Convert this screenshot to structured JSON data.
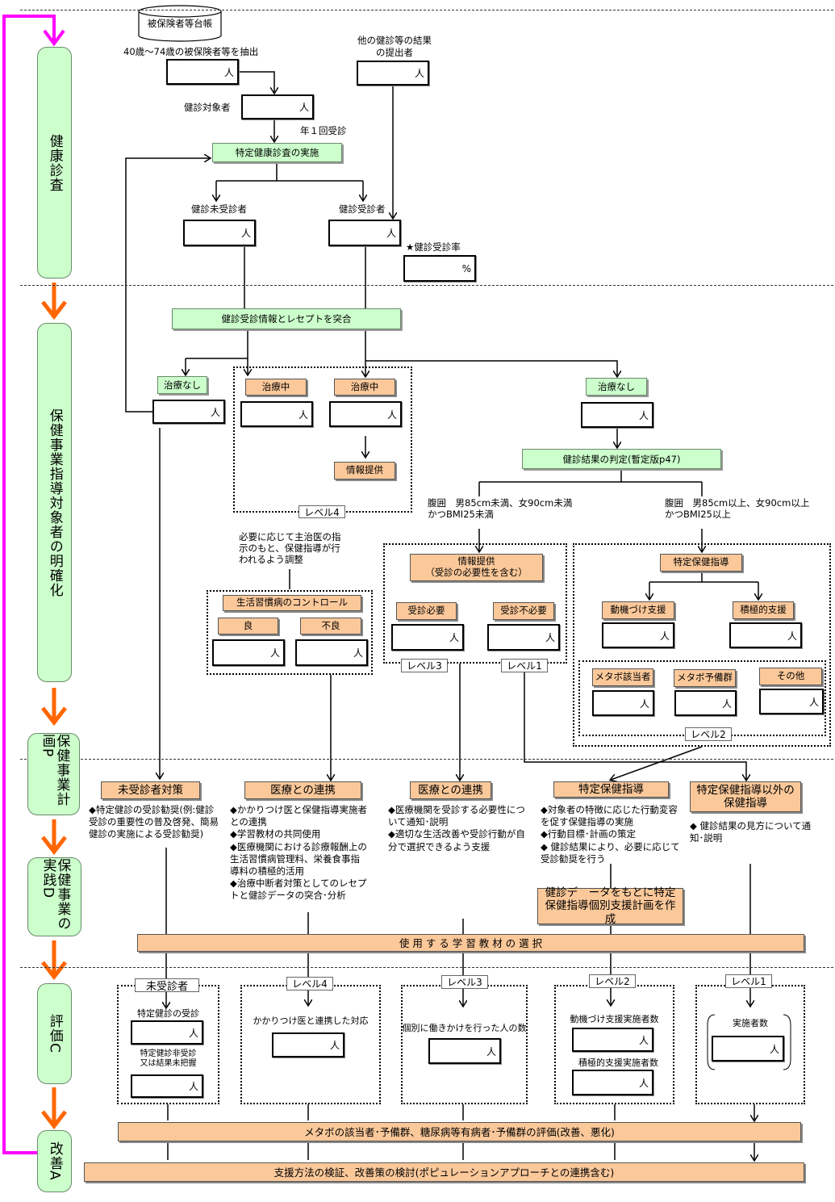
{
  "colors": {
    "green": "#ccffcc",
    "orange": "#fbc89a",
    "magenta": "#ff00ff",
    "arrow": "#ff6600"
  },
  "unit": "人",
  "percent": "%",
  "phases": {
    "checkup": "健康診査",
    "identify": "保健事業指導対象者の明確化",
    "plan": "保健事業計画P",
    "do": "保健事業の実践D",
    "check": "評価C",
    "act": "改善A"
  },
  "checkup": {
    "ledger": "被保険者等台帳",
    "extract": "40歳～74歳の被保険者等を抽出",
    "other_results": "他の健診等の結果の提出者",
    "targets": "健診対象者",
    "once_a_year": "年１回受診",
    "exam": "特定健康診査の実施",
    "non_examinees": "健診未受診者",
    "examinees": "健診受診者",
    "rate": "★健診受診率"
  },
  "identify": {
    "match": "健診受診情報とレセプトを突合",
    "no_treatment": "治療なし",
    "in_treatment": "治療中",
    "info": "情報提供",
    "level4": "レベル4",
    "judge": "健診結果の判定(暫定版p47)",
    "below": "腹囲　男85cm未満、女90cm未満\nかつBMI25未満",
    "above": "腹囲　男85cm以上、女90cm以上\nかつBMI25以上",
    "adjust": "必要に応じて主治医の指示のもと、保健指導が行われるよう調整",
    "control": "生活習慣病のコントロール",
    "good": "良",
    "bad": "不良",
    "info_visit": "情報提供\n（受診の必要性を含む）",
    "visit_needed": "受診必要",
    "visit_unneeded": "受診不必要",
    "level3": "レベル3",
    "level1": "レベル1",
    "specific": "特定保健指導",
    "motivation": "動機づけ支援",
    "active": "積極的支援",
    "metabo": "メタボ該当者",
    "pre_metabo": "メタボ予備群",
    "other": "その他",
    "level2": "レベル2"
  },
  "plan": {
    "non_exam_title": "未受診者対策",
    "non_exam_text": "◆特定健診の受診勧奨(例:健診受診の重要性の普及啓発、簡易健診の実施による受診勧奨)",
    "medical1_title": "医療との連携",
    "medical1_text": "◆かかりつけ医と保健指導実施者との連携\n◆学習教材の共同使用\n◆医療機関における診療報酬上の生活習慣病管理料、栄養食事指導料の積極的活用\n◆治療中断者対策としてのレセプトと健診データの突合･分析",
    "medical2_title": "医療との連携",
    "medical2_text": "◆医療機関を受診する必要性について通知･説明\n◆適切な生活改善や受診行動が自分で選択できるよう支援",
    "specific_title": "特定保健指導",
    "specific_text": "◆対象者の特徴に応じた行動変容を促す保健指導の実施\n◆行動目標･計画の策定\n◆ 健診結果により、必要に応じて受診勧奨を行う",
    "other_title": "特定保健指導以外の保健指導",
    "other_text": "◆ 健診結果の見方について通知･説明",
    "individual_plan": "健診デ　ータをもとに特定保健指導個別支援計画を作成",
    "materials": "使 用 す る 学 習 教 材 の 選 択"
  },
  "evaluate": {
    "non_exam": "未受診者",
    "exam_taken": "特定健診の受診",
    "not_taken": "特定健診非受診\n又は結果未把握",
    "level4": "レベル4",
    "level4_text": "かかりつけ医と連携した対応",
    "level3": "レベル3",
    "level3_text": "個別に働きかけを行った人の数",
    "level2": "レベル2",
    "motivation_count": "動機づけ支援実施者数",
    "active_count": "積極的支援実施者数",
    "level1": "レベル1",
    "implementers": "実施者数",
    "metabo_eval": "メタボの該当者･予備群、糖尿病等有病者･予備群の評価(改善、悪化)",
    "review": "支援方法の検証、改善策の検討(ポピュレーションアプローチとの連携含む)"
  }
}
